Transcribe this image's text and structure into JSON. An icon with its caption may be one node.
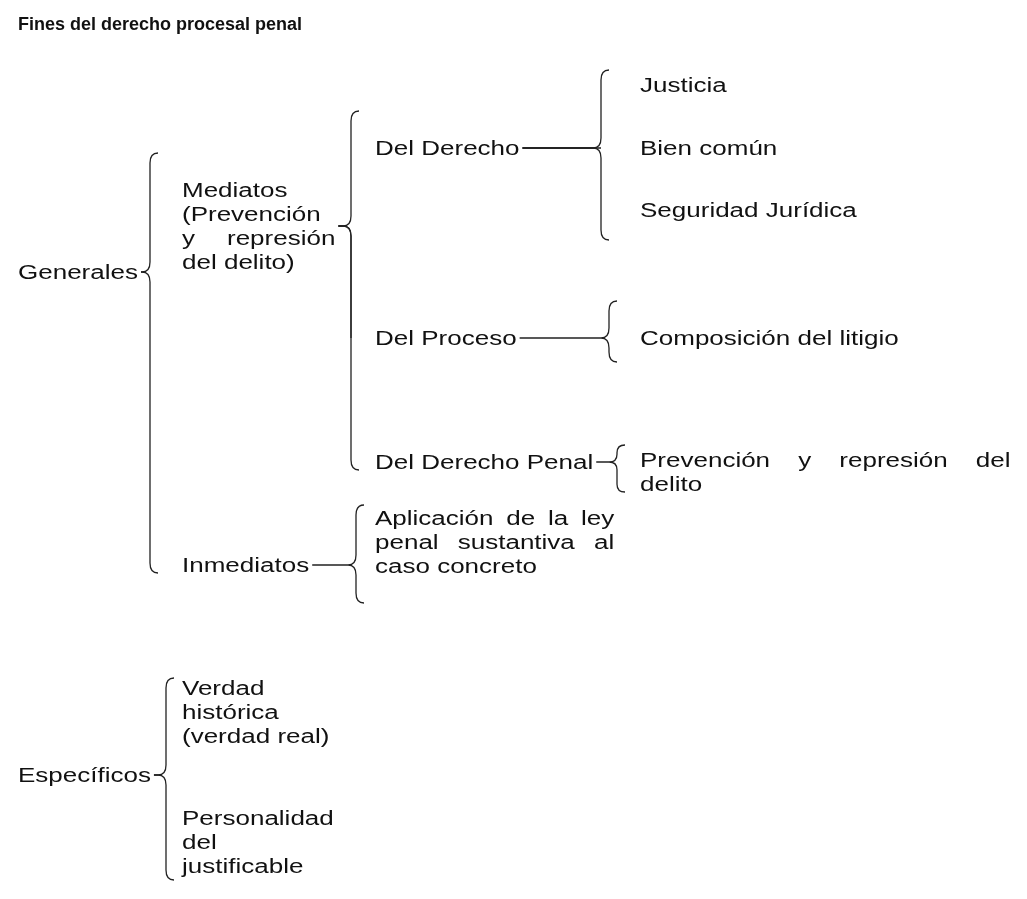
{
  "diagram": {
    "title": "Fines del derecho procesal penal",
    "nodes": [
      {
        "text": [
          "Generales"
        ]
      },
      {
        "text": [
          "Mediatos (Prevención y represión del delito)"
        ]
      },
      {
        "text": [
          "Inmediatos"
        ]
      },
      {
        "text": [
          "Del Derecho"
        ]
      },
      {
        "text": [
          "Del Proceso"
        ]
      },
      {
        "text": [
          "Del Derecho Penal"
        ]
      },
      {
        "text": [
          "Justicia"
        ]
      },
      {
        "text": [
          "Bien común"
        ]
      },
      {
        "text": [
          "Seguridad Jurídica"
        ]
      },
      {
        "text": [
          "Composición del litigio"
        ]
      },
      {
        "text": [
          "Prevención y represión del delito"
        ]
      },
      {
        "text": [
          "Aplicación de la ley penal sustantiva al caso concreto"
        ]
      },
      {
        "text": [
          "Específicos"
        ]
      },
      {
        "text": [
          "Verdad histórica (verdad real)"
        ]
      },
      {
        "text": [
          "Personalidad del justificable"
        ]
      }
    ],
    "edges": [
      {
        "from": 0,
        "to": 1,
        "arrow": "none"
      },
      {
        "from": 0,
        "to": 2,
        "arrow": "none"
      },
      {
        "from": 1,
        "to": 3,
        "arrow": "none"
      },
      {
        "from": 1,
        "to": 4,
        "arrow": "none"
      },
      {
        "from": 1,
        "to": 5,
        "arrow": "none"
      },
      {
        "from": 3,
        "to": 6,
        "arrow": "none"
      },
      {
        "from": 3,
        "to": 7,
        "arrow": "none"
      },
      {
        "from": 3,
        "to": 8,
        "arrow": "none"
      },
      {
        "from": 4,
        "to": 9,
        "arrow": "none"
      },
      {
        "from": 5,
        "to": 10,
        "arrow": "none"
      },
      {
        "from": 2,
        "to": 11,
        "arrow": "none"
      },
      {
        "from": 12,
        "to": 13,
        "arrow": "none"
      },
      {
        "from": 12,
        "to": 14,
        "arrow": "none"
      }
    ]
  }
}
